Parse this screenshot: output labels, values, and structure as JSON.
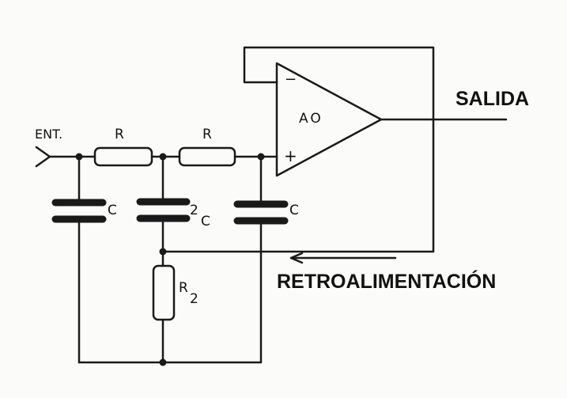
{
  "diagram": {
    "input_label": "ENT.",
    "resistor_1_label": "R",
    "resistor_2_label": "R",
    "capacitor_1_label": "C",
    "capacitor_2_label": "2",
    "capacitor_2_subscript": "C",
    "capacitor_3_label": "C",
    "resistor_r2_label": "R",
    "resistor_r2_subscript": "2",
    "opamp_label": "AO",
    "opamp_minus": "−",
    "opamp_plus": "+",
    "output_label": "SALIDA",
    "feedback_label": "RETROALIMENTACIÓN"
  },
  "colors": {
    "ink": "#1a1a1a",
    "paper": "#fbfbfa"
  }
}
